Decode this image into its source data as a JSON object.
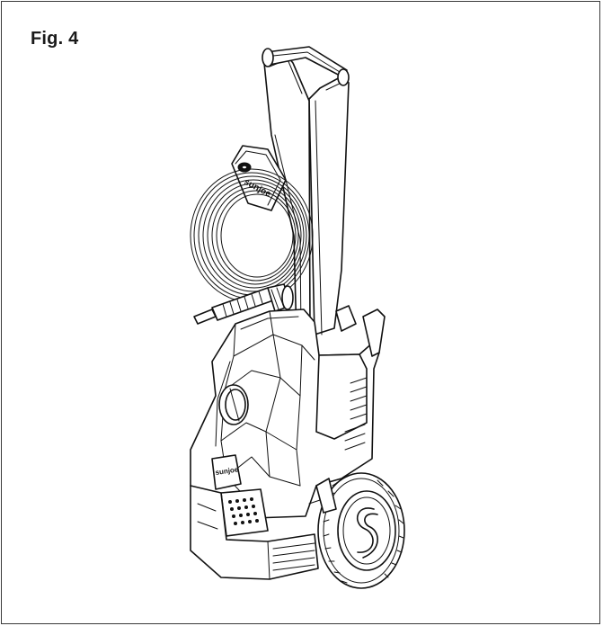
{
  "figure": {
    "label": "Fig. 4"
  },
  "illustration": {
    "brand_marks": [
      "sunjoe",
      "sunjoe"
    ],
    "colors": {
      "line": "#111111",
      "background": "#ffffff",
      "border": "#3a3a3a"
    }
  }
}
